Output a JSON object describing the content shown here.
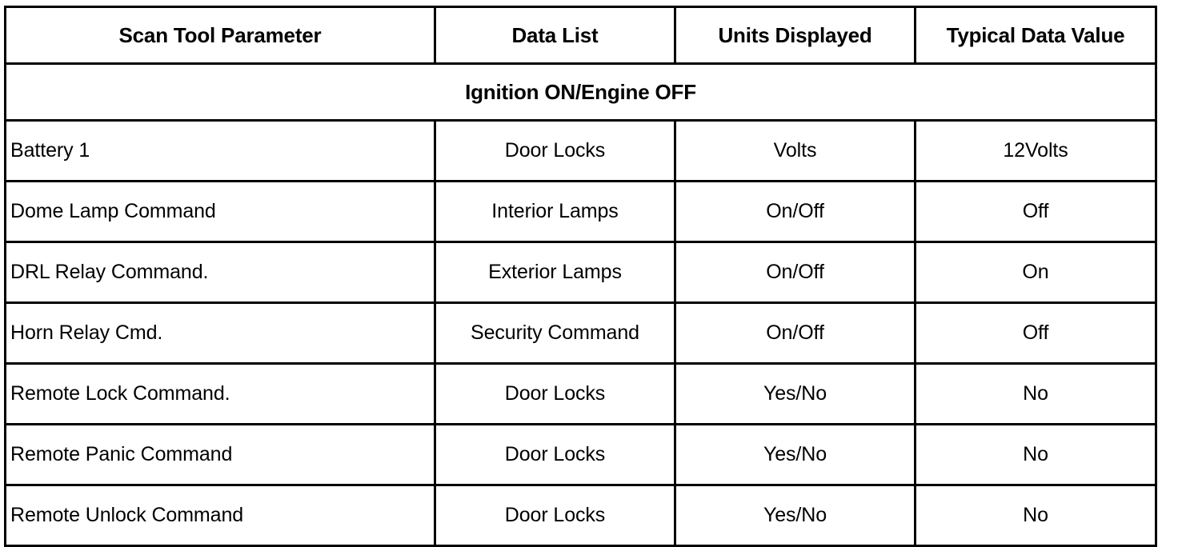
{
  "table": {
    "headers": [
      {
        "label": "Scan Tool Parameter"
      },
      {
        "label": "Data List"
      },
      {
        "label": "Units Displayed"
      },
      {
        "label": "Typical Data Value"
      }
    ],
    "section_header": "Ignition ON/Engine OFF",
    "rows": [
      {
        "parameter": "Battery 1",
        "data_list": "Door Locks",
        "units": "Volts",
        "value": "12Volts"
      },
      {
        "parameter": "Dome Lamp Command",
        "data_list": "Interior Lamps",
        "units": "On/Off",
        "value": "Off"
      },
      {
        "parameter": "DRL Relay Command.",
        "data_list": "Exterior Lamps",
        "units": "On/Off",
        "value": "On"
      },
      {
        "parameter": "Horn Relay Cmd.",
        "data_list": "Security Command",
        "units": "On/Off",
        "value": "Off"
      },
      {
        "parameter": "Remote Lock Command.",
        "data_list": "Door Locks",
        "units": "Yes/No",
        "value": "No"
      },
      {
        "parameter": "Remote Panic Command",
        "data_list": "Door Locks",
        "units": "Yes/No",
        "value": "No"
      },
      {
        "parameter": "Remote Unlock Command",
        "data_list": "Door Locks",
        "units": "Yes/No",
        "value": "No"
      }
    ]
  },
  "colors": {
    "border": "#000000",
    "text": "#000000",
    "background": "#ffffff"
  }
}
